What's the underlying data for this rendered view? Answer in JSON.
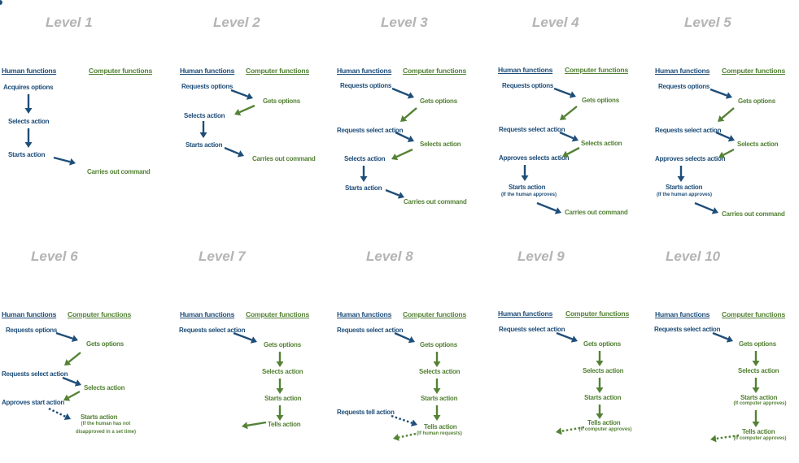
{
  "headers": {
    "human": "Human functions",
    "computer": "Computer functions"
  },
  "levels": [
    {
      "label": "Level 1",
      "steps": [
        "Acquires options",
        "Selects action",
        "Starts action",
        "Carries out command"
      ]
    },
    {
      "label": "Level 2",
      "steps": [
        "Requests options",
        "Gets options",
        "Selects action",
        "Starts action",
        "Carries out command"
      ]
    },
    {
      "label": "Level 3",
      "steps": [
        "Requests options",
        "Gets options",
        "Requests select action",
        "Selects action",
        "Selects action",
        "Starts action",
        "Carries out command"
      ]
    },
    {
      "label": "Level 4",
      "steps": [
        "Requests options",
        "Gets options",
        "Requests select action",
        "Selects action",
        "Approves selects action",
        "Starts action",
        "Carries out command"
      ],
      "notes": [
        "(If the human approves)"
      ]
    },
    {
      "label": "Level 5",
      "steps": [
        "Requests options",
        "Gets options",
        "Requests select action",
        "Selects action",
        "Approves selects action",
        "Starts action",
        "Carries out command"
      ],
      "notes": [
        "(If the human approves)"
      ]
    },
    {
      "label": "Level 6",
      "steps": [
        "Requests options",
        "Gets options",
        "Requests select action",
        "Selects action",
        "Approves start action",
        "Starts action"
      ],
      "notes": [
        "(If the human has not",
        "disapproved in a set time)"
      ]
    },
    {
      "label": "Level 7",
      "steps": [
        "Requests select action",
        "Gets options",
        "Selects action",
        "Starts action",
        "Tells action"
      ]
    },
    {
      "label": "Level 8",
      "steps": [
        "Requests select action",
        "Gets options",
        "Selects action",
        "Starts action",
        "Requests tell action",
        "Tells action"
      ],
      "notes": [
        "(If human requests)"
      ]
    },
    {
      "label": "Level 9",
      "steps": [
        "Requests select action",
        "Gets options",
        "Selects action",
        "Starts action",
        "Tells action"
      ],
      "notes": [
        "(If computer approves)"
      ]
    },
    {
      "label": "Level 10",
      "steps": [
        "Requests select action",
        "Gets options",
        "Selects action",
        "Starts action",
        "Tells action"
      ],
      "notes": [
        "(If computer approves)",
        "(If computer approves)"
      ]
    }
  ],
  "colors": {
    "human": "#1f4e79",
    "computer": "#548235",
    "level_label": "#b4b4b4"
  }
}
